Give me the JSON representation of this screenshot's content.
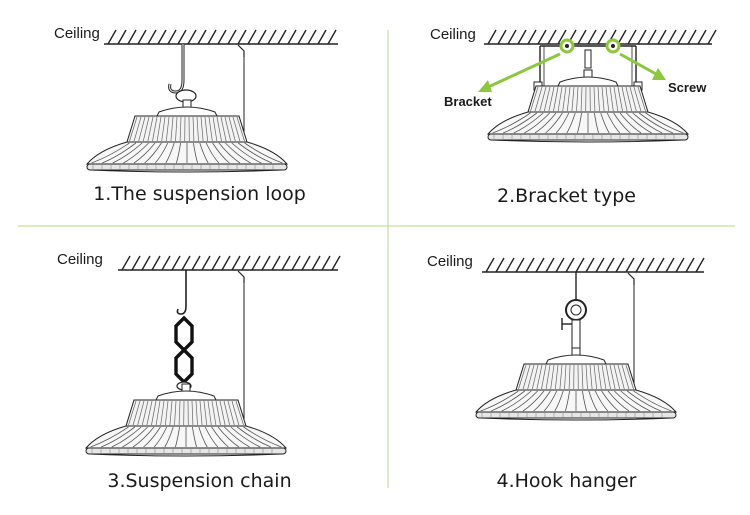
{
  "panels": [
    {
      "ceiling_label": "Ceiling",
      "caption": "1.The suspension loop",
      "mount": "loop"
    },
    {
      "ceiling_label": "Ceiling",
      "caption": "2.Bracket type",
      "mount": "bracket",
      "callouts": {
        "bracket": "Bracket",
        "screw": "Screw"
      }
    },
    {
      "ceiling_label": "Ceiling",
      "caption": "3.Suspension chain",
      "mount": "chain"
    },
    {
      "ceiling_label": "Ceiling",
      "caption": "4.Hook hanger",
      "mount": "hook"
    }
  ],
  "colors": {
    "line": "#222222",
    "accent": "#8dc63f",
    "divider": "#b7d98a"
  }
}
